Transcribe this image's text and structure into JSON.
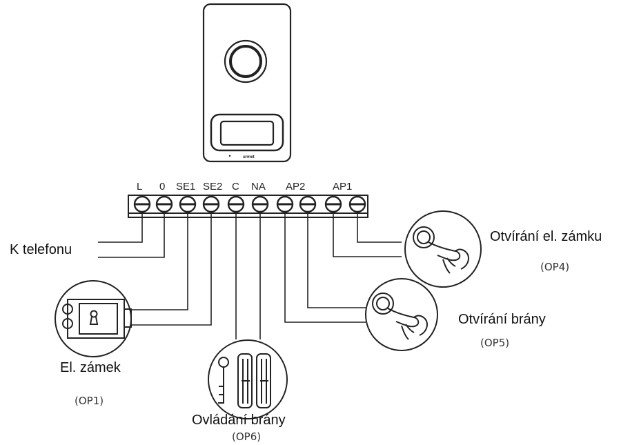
{
  "terminals": [
    "L",
    "0",
    "SE1",
    "SE2",
    "C",
    "NA",
    "AP2",
    "AP1"
  ],
  "panel": {
    "brand": "urmet"
  },
  "labels": {
    "k_telefonu": "K telefonu",
    "el_zamek": "El. zámek",
    "op1": "(OP1)",
    "ovladani_brany": "Ovládání brány",
    "op6": "(OP6)",
    "otvirani_brany": "Otvírání brány",
    "op5": "(OP5)",
    "otvirani_el_zamku": "Otvírání el. zámku",
    "op4": "(OP4)"
  },
  "colors": {
    "line": "#222222",
    "background": "#ffffff"
  }
}
